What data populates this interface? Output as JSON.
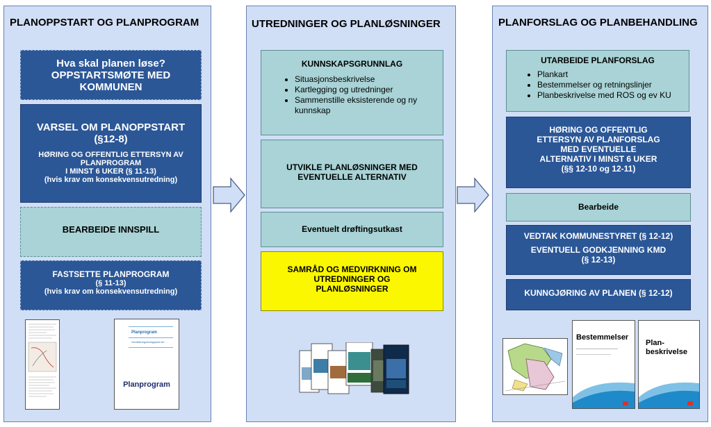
{
  "columns": [
    {
      "title": "PLANOPPSTART OG PLANPROGRAM"
    },
    {
      "title": "UTREDNINGER OG PLANLØSNINGER"
    },
    {
      "title": "PLANFORSLAG OG PLANBEHANDLING"
    }
  ],
  "col1": {
    "box1": {
      "line1": "Hva skal planen løse?",
      "line2": "OPPSTARTSMØTE MED",
      "line3": "KOMMUNEN"
    },
    "box2": {
      "title1": "VARSEL OM PLANOPPSTART",
      "title2": "(§12-8)",
      "sub1": "HØRING OG OFFENTLIG ETTERSYN AV",
      "sub2": "PLANPROGRAM",
      "sub3": "I MINST 6 UKER (§ 11-13)",
      "sub4": "(hvis krav om konsekvensutredning)"
    },
    "box3": {
      "label": "BEARBEIDE INNSPILL"
    },
    "box4": {
      "line1": "FASTSETTE PLANPROGRAM",
      "line2": "(§ 11-13)",
      "line3": "(hvis krav om konsekvensutredning)"
    },
    "doc_planprogram": {
      "heading": "Planprogram",
      "subheading": "Områdereguleringsplan for ...",
      "label": "Planprogram"
    }
  },
  "col2": {
    "box1": {
      "title": "KUNNSKAPSGRUNNLAG",
      "bullets": [
        "Situasjonsbeskrivelse",
        "Kartlegging og utredninger",
        "Sammenstille eksisterende og ny kunnskap"
      ]
    },
    "box2": {
      "line1": "UTVIKLE PLANLØSNINGER MED",
      "line2": "EVENTUELLE ALTERNATIV"
    },
    "box3": {
      "label": "Eventuelt drøftingsutkast"
    },
    "box4": {
      "line1": "SAMRÅD OG MEDVIRKNING OM",
      "line2": "UTREDNINGER OG",
      "line3": "PLANLØSNINGER"
    }
  },
  "col3": {
    "box1": {
      "title": "UTARBEIDE PLANFORSLAG",
      "bullets": [
        "Plankart",
        "Bestemmelser og retningslinjer",
        "Planbeskrivelse med ROS og ev KU"
      ]
    },
    "box2": {
      "line1": "HØRING OG OFFENTLIG",
      "line2": "ETTERSYN AV PLANFORSLAG",
      "line3": "MED EVENTUELLE",
      "line4": "ALTERNATIV I MINST 6 UKER",
      "line5": "(§§ 12-10 og 12-11)"
    },
    "box3": {
      "label": "Bearbeide"
    },
    "box4": {
      "line1": "VEDTAK KOMMUNESTYRET (§ 12-12)",
      "line2": "EVENTUELL GODKJENNING KMD",
      "line3": "(§ 12-13)"
    },
    "box5": {
      "label": "KUNNGJØRING AV PLANEN (§ 12-12)"
    },
    "doc_bestemmelser": {
      "label": "Bestemmelser"
    },
    "doc_planbeskrivelse": {
      "line1": "Plan-",
      "line2": "beskrivelse"
    }
  },
  "colors": {
    "column_bg": "#d0def6",
    "dark_box": "#2b5797",
    "teal_box": "#a9d3d6",
    "yellow_box": "#fbf700"
  }
}
